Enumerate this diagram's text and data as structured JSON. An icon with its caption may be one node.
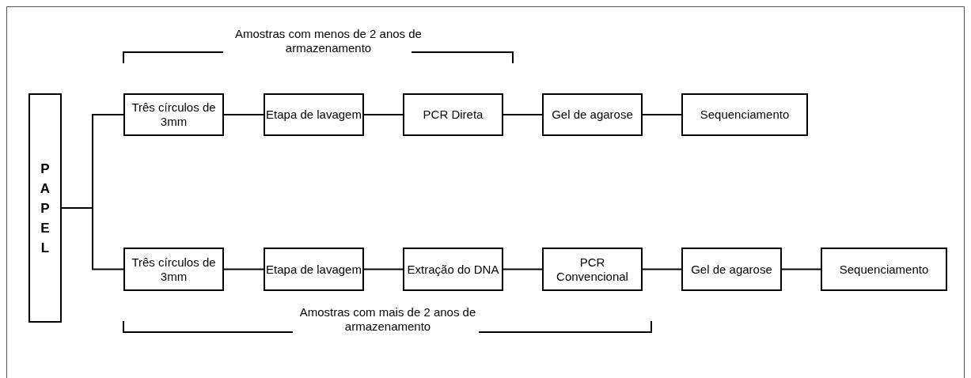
{
  "diagram": {
    "nodes": [
      {
        "text": [
          "PAPEL"
        ]
      },
      {
        "text": [
          "Três círculos de 3mm"
        ]
      },
      {
        "text": [
          "Etapa de lavagem"
        ]
      },
      {
        "text": [
          "PCR Direta"
        ]
      },
      {
        "text": [
          "Gel de agarose"
        ]
      },
      {
        "text": [
          "Sequenciamento"
        ]
      },
      {
        "text": [
          "Três círculos de 3mm"
        ]
      },
      {
        "text": [
          "Etapa de lavagem"
        ]
      },
      {
        "text": [
          "Extração do DNA"
        ]
      },
      {
        "text": [
          "PCR Convencional"
        ]
      },
      {
        "text": [
          "Gel de agarose"
        ]
      },
      {
        "text": [
          "Sequenciamento"
        ]
      }
    ],
    "edges": [
      {
        "from": 0,
        "to": 1,
        "arrow": "none"
      },
      {
        "from": 0,
        "to": 6,
        "arrow": "none"
      },
      {
        "from": 1,
        "to": 2,
        "arrow": "none"
      },
      {
        "from": 2,
        "to": 3,
        "arrow": "none"
      },
      {
        "from": 3,
        "to": 4,
        "arrow": "none"
      },
      {
        "from": 4,
        "to": 5,
        "arrow": "none"
      },
      {
        "from": 6,
        "to": 7,
        "arrow": "none"
      },
      {
        "from": 7,
        "to": 8,
        "arrow": "none"
      },
      {
        "from": 8,
        "to": 9,
        "arrow": "none"
      },
      {
        "from": 9,
        "to": 10,
        "arrow": "none"
      },
      {
        "from": 10,
        "to": 11,
        "arrow": "none"
      }
    ],
    "labels": [
      "Amostras com menos de 2 anos de armazenamento",
      "Amostras com mais de 2 anos de armazenamento"
    ]
  }
}
